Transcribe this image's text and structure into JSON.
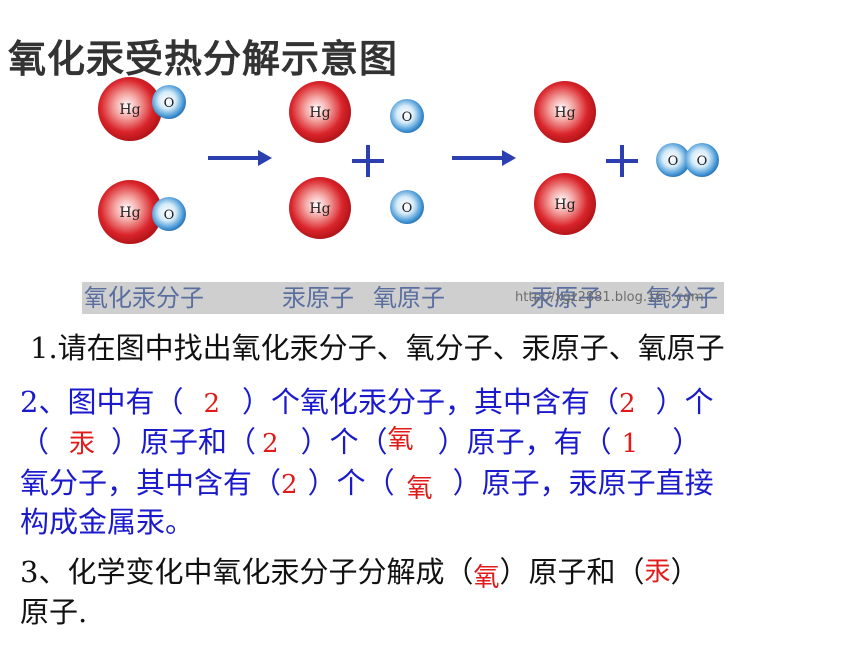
{
  "title": "氧化汞受热分解示意图",
  "diagram": {
    "hg_label": "Hg",
    "o_label": "O",
    "captions": [
      "氧化汞分子",
      "汞原子",
      "氧原子",
      "汞原子",
      "氧分子"
    ],
    "watermark": "http://xgz2881.blog.163.com",
    "colors": {
      "hg": "#d9242a",
      "o": "#4a9ad8",
      "arrow": "#2b3fb0",
      "caption_bg": "#cfcfcf"
    }
  },
  "q1": "1.请在图中找出氧化汞分子、氧分子、汞原子、氧原子",
  "q2": {
    "l1a": "2、图中有（",
    "a1": "2",
    "l1b": "）个氧化汞分子，其中含有（",
    "a2": "2",
    "l1c": "）个",
    "l2a": "（",
    "a3": "汞",
    "l2b": "）原子和（",
    "a4": "2",
    "l2c": "）个（",
    "a5": "氧",
    "l2d": "）原子，有（",
    "a6": "1",
    "l2e": "）",
    "l3a": "氧分子，其中含有（",
    "a7": "2",
    "l3b": "）个（",
    "a8": "氧",
    "l3c": "）原子，汞原子直接",
    "l4": "构成金属汞。"
  },
  "q3": {
    "a": "3、化学变化中氧化汞分子分解成（",
    "a1": "氧",
    "b": "）原子和（",
    "a2": "汞",
    "c": "）",
    "d": "原子."
  }
}
